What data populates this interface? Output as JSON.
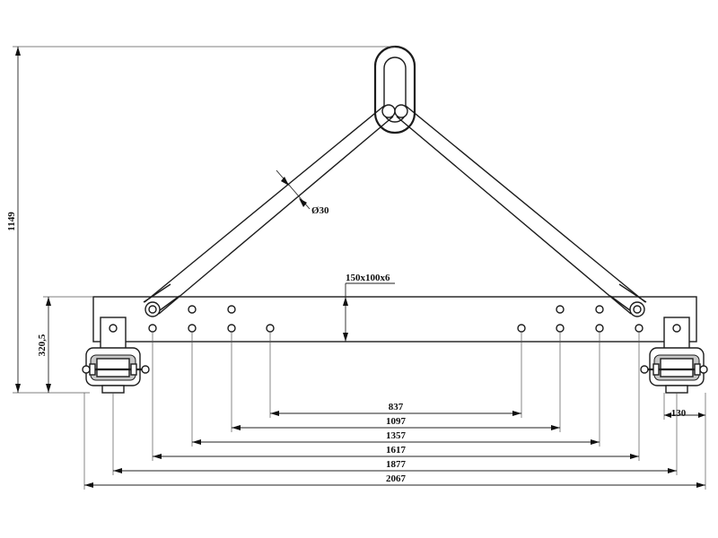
{
  "labels": {
    "height_total": "1149",
    "height_beam": "320,5",
    "diameter": "Ø30",
    "profile": "150x100x6",
    "d837": "837",
    "d1097": "1097",
    "d1357": "1357",
    "d1617": "1617",
    "d1877": "1877",
    "d2067": "2067",
    "d130": "130"
  }
}
